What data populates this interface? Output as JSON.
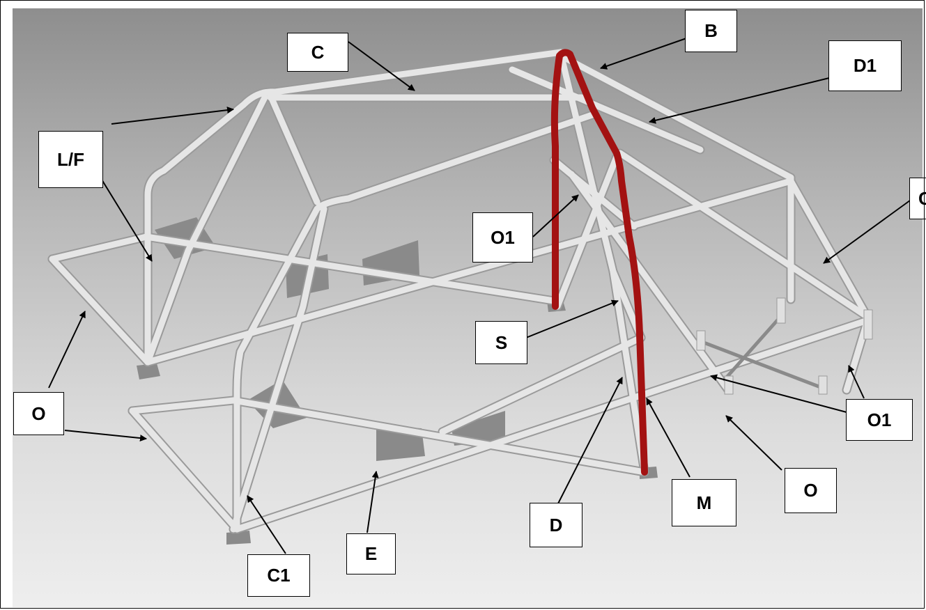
{
  "labels": {
    "c_top": "C",
    "b": "B",
    "d1": "D1",
    "lf": "L/F",
    "o1_mid": "O1",
    "c_right": "C",
    "s": "S",
    "o_left": "O",
    "o1_right": "O1",
    "o_right": "O",
    "m": "M",
    "d": "D",
    "e": "E",
    "c1": "C1"
  },
  "colors": {
    "tube": "#e6e6e6",
    "tube_shadow": "#9a9a9a",
    "main_hoop": "#a31212",
    "plate": "#8a8a8a"
  }
}
